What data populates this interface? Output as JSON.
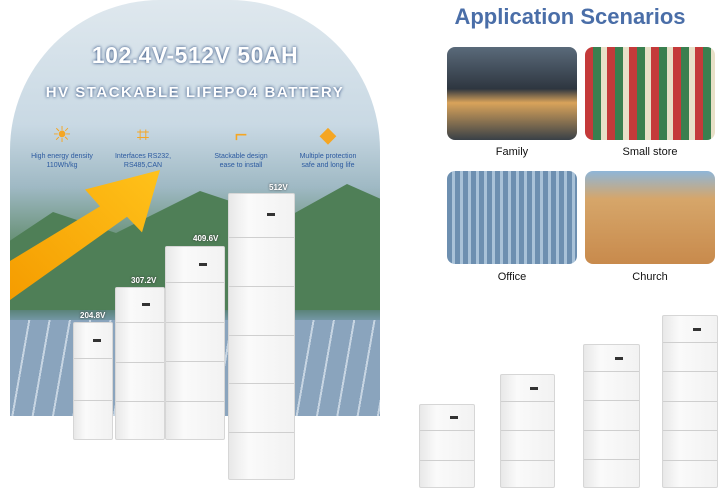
{
  "banner": {
    "title": "102.4V-512V 50AH",
    "subtitle": "HV STACKABLE LIFEPO4 BATTERY",
    "features": [
      {
        "icon": "sun-energy-icon",
        "label": "High energy density",
        "detail": "110Wh/kg"
      },
      {
        "icon": "interfaces-icon",
        "label": "Interfaces RS232,",
        "detail": "RS485,CAN"
      },
      {
        "icon": "stack-icon",
        "label": "Stackable design",
        "detail": "ease to install"
      },
      {
        "icon": "diamond-shield-icon",
        "label": "Multiple protection",
        "detail": "safe and long life"
      }
    ],
    "voltages": [
      "204.8V",
      "307.2V",
      "409.6V",
      "512V"
    ],
    "accent": "#f5a623"
  },
  "applications": {
    "title": "Application Scenarios",
    "scenes": [
      {
        "label": "Family"
      },
      {
        "label": "Small store"
      },
      {
        "label": "Office"
      },
      {
        "label": "Church"
      }
    ]
  }
}
